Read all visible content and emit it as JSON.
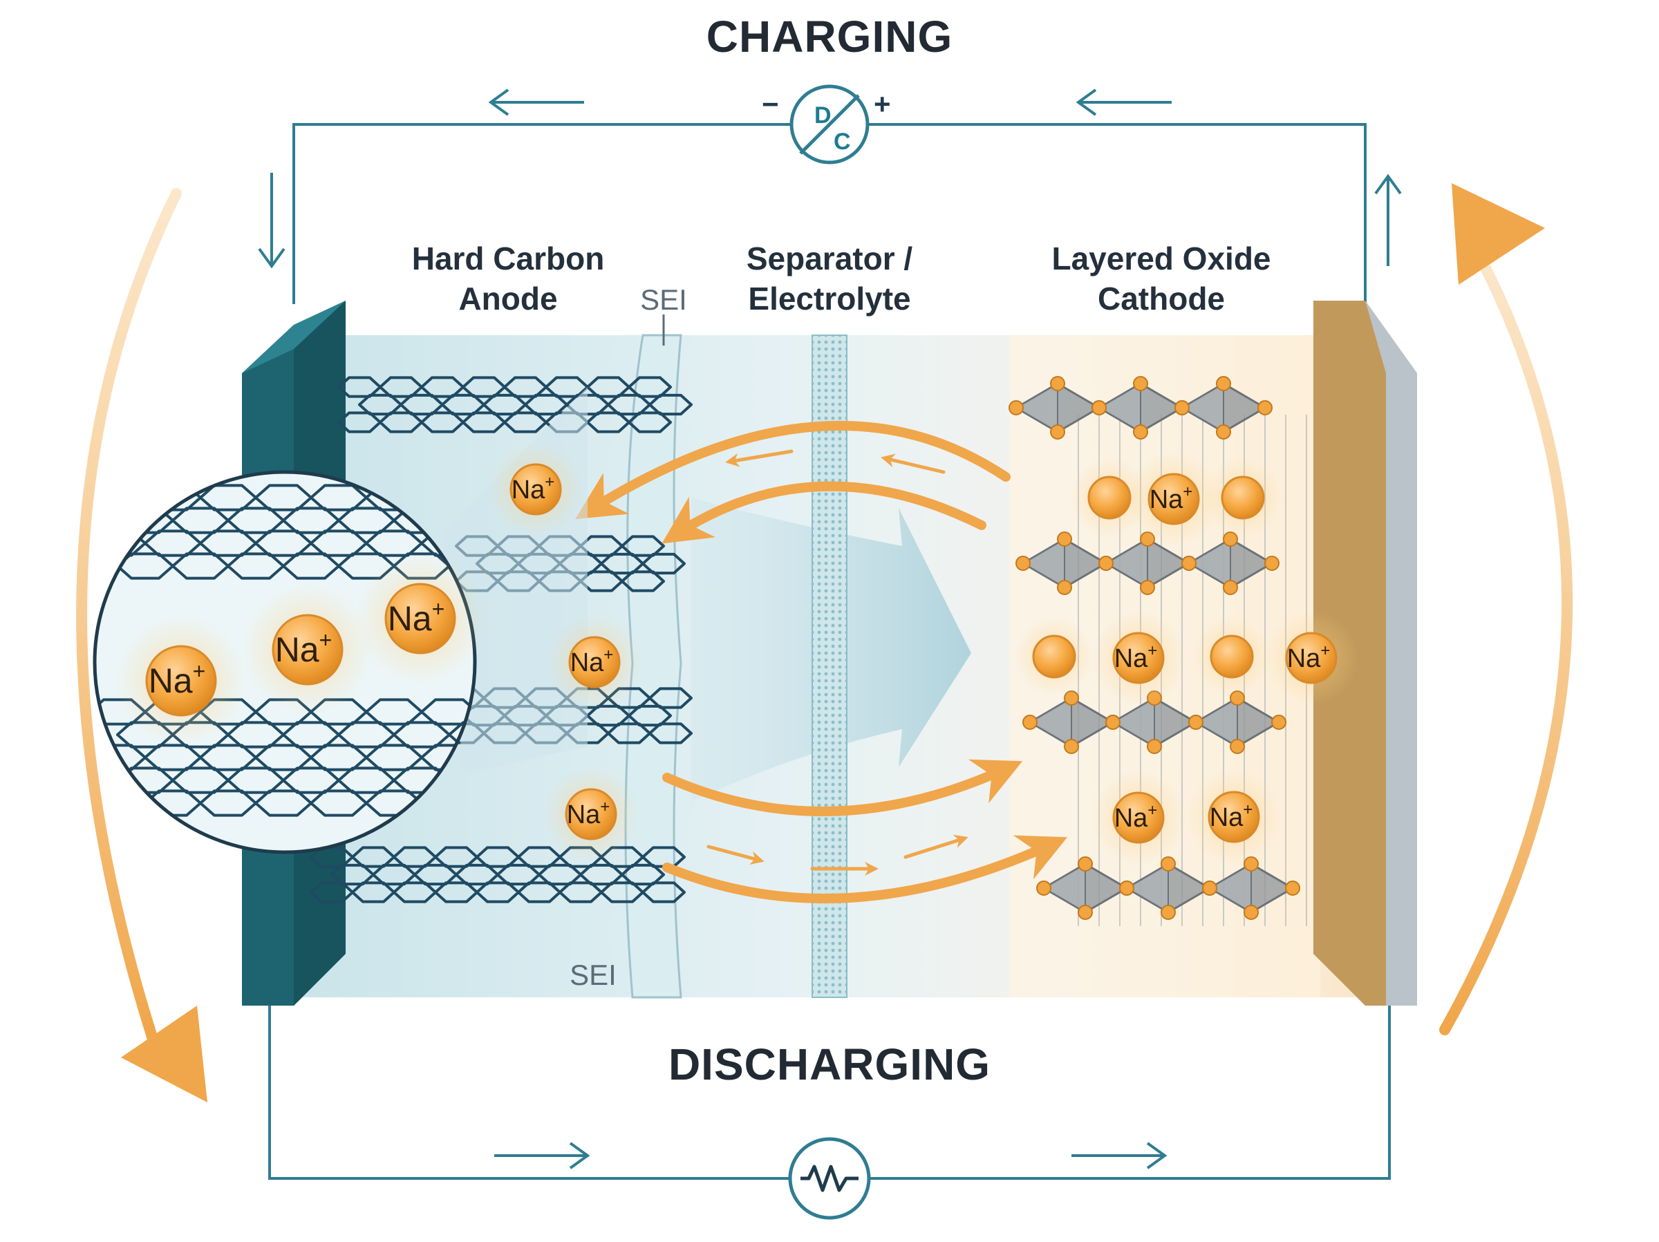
{
  "titles": {
    "charging": "CHARGING",
    "discharging": "DISCHARGING"
  },
  "labels": {
    "anode_line1": "Hard Carbon",
    "anode_line2": "Anode",
    "separator_line1": "Separator /",
    "separator_line2": "Electrolyte",
    "cathode_line1": "Layered Oxide",
    "cathode_line2": "Cathode",
    "sei_top": "SEI",
    "sei_bottom": "SEI"
  },
  "source": {
    "letter_top": "D",
    "letter_bottom": "C",
    "minus": "−",
    "plus": "+"
  },
  "ions": {
    "label": "Na",
    "charge": "+"
  },
  "colors": {
    "wire": "#2f7d92",
    "arrow_orange": "#f0a64a",
    "anode_collector": "#1d6470",
    "cathode_collector": "#c19a5b",
    "carbon": "#1f4a63",
    "ion_fill": "#f5a53c",
    "octahedra": "#8d949a"
  },
  "icons": [
    "dc-source-icon",
    "resistor-icon",
    "na-ion-icon",
    "octahedron-icon"
  ]
}
